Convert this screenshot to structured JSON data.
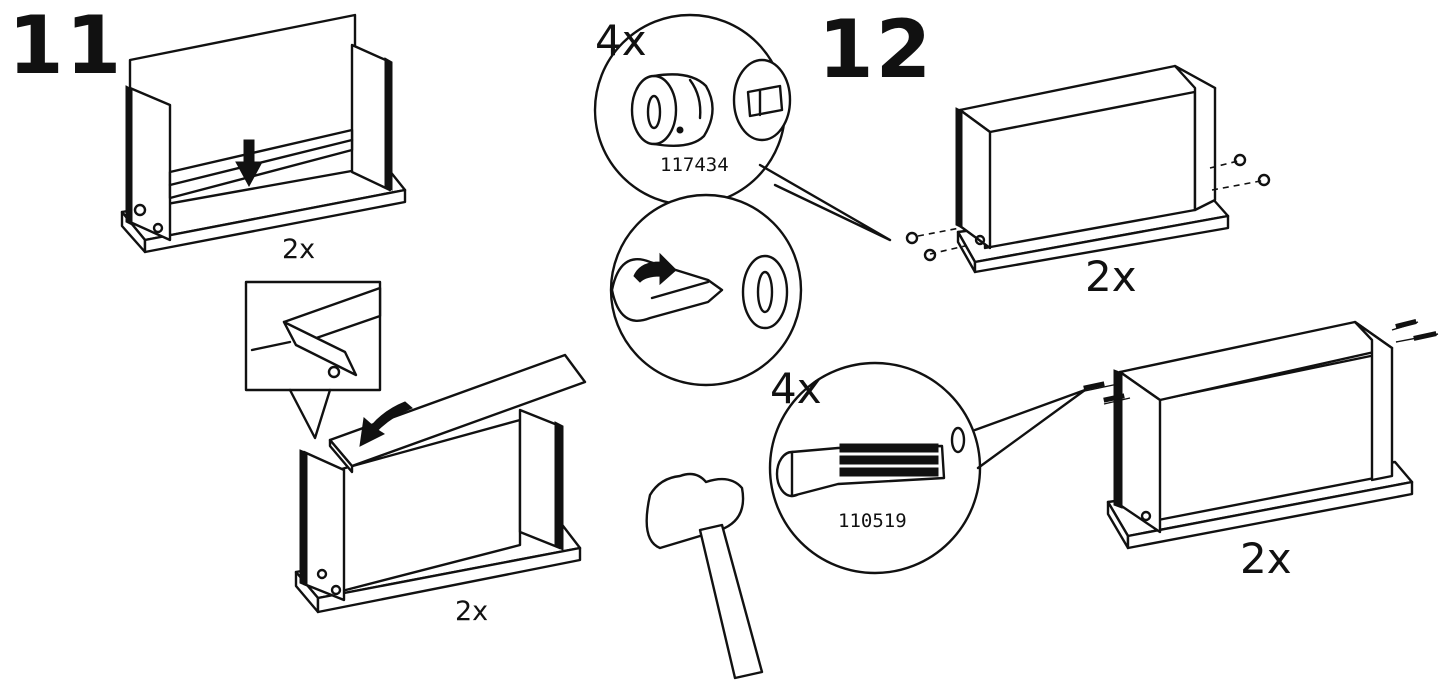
{
  "steps": {
    "step_11": "11",
    "step_12": "12"
  },
  "quantities": {
    "shelf_insert": "2x",
    "top_panel": "2x",
    "cam_lock_count": "4x",
    "box_with_cam": "2x",
    "dowel_count": "4x",
    "box_with_dowel": "2x"
  },
  "parts": {
    "cam_lock_part": "117434",
    "dowel_part": "110519"
  },
  "colors": {
    "ink": "#111111",
    "paper": "#ffffff"
  }
}
